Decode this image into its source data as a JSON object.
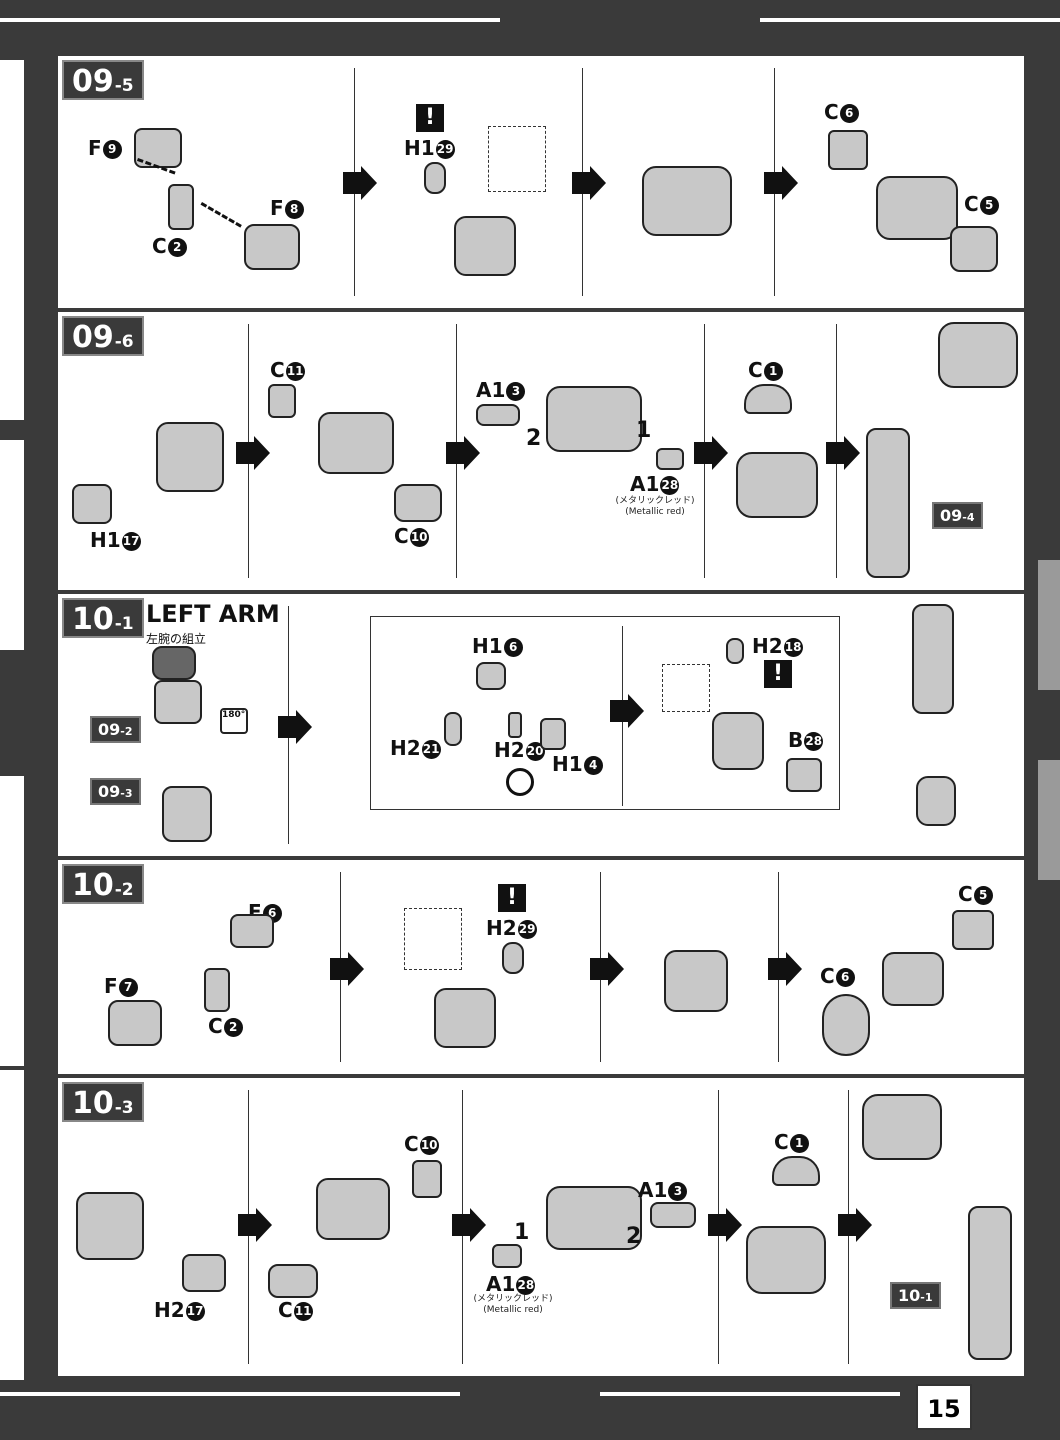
{
  "page_number": "15",
  "steps": [
    {
      "id": "09-5",
      "main": "09",
      "sub": "-5",
      "labels": [
        {
          "t": "F",
          "n": "9"
        },
        {
          "t": "F",
          "n": "8"
        },
        {
          "t": "C",
          "n": "2"
        },
        {
          "t": "H1",
          "n": "29"
        },
        {
          "t": "C",
          "n": "6"
        },
        {
          "t": "C",
          "n": "5"
        }
      ],
      "warning": "!"
    },
    {
      "id": "09-6",
      "main": "09",
      "sub": "-6",
      "labels": [
        {
          "t": "H1",
          "n": "17"
        },
        {
          "t": "C",
          "n": "11"
        },
        {
          "t": "C",
          "n": "10"
        },
        {
          "t": "A1",
          "n": "3"
        },
        {
          "t": "A1",
          "n": "28"
        },
        {
          "t": "C",
          "n": "1"
        }
      ],
      "order": [
        "2",
        "1"
      ],
      "note_ja": "(メタリックレッド)",
      "note_en": "(Metallic red)",
      "ref_tag": {
        "main": "09",
        "sub": "-4"
      }
    },
    {
      "id": "10-1",
      "main": "10",
      "sub": "-1",
      "title": "LEFT ARM",
      "subtitle": "左腕の組立",
      "tags": [
        {
          "main": "09",
          "sub": "-2"
        },
        {
          "main": "09",
          "sub": "-3"
        }
      ],
      "rotate": "180°",
      "labels": [
        {
          "t": "H1",
          "n": "6"
        },
        {
          "t": "H2",
          "n": "21"
        },
        {
          "t": "H2",
          "n": "20"
        },
        {
          "t": "H1",
          "n": "4"
        },
        {
          "t": "H2",
          "n": "18"
        },
        {
          "t": "B",
          "n": "28"
        }
      ],
      "warning": "!"
    },
    {
      "id": "10-2",
      "main": "10",
      "sub": "-2",
      "labels": [
        {
          "t": "F",
          "n": "6"
        },
        {
          "t": "F",
          "n": "7"
        },
        {
          "t": "C",
          "n": "2"
        },
        {
          "t": "H2",
          "n": "29"
        },
        {
          "t": "C",
          "n": "5"
        },
        {
          "t": "C",
          "n": "6"
        }
      ],
      "warning": "!"
    },
    {
      "id": "10-3",
      "main": "10",
      "sub": "-3",
      "labels": [
        {
          "t": "H2",
          "n": "17"
        },
        {
          "t": "C",
          "n": "10"
        },
        {
          "t": "C",
          "n": "11"
        },
        {
          "t": "A1",
          "n": "3"
        },
        {
          "t": "A1",
          "n": "28"
        },
        {
          "t": "C",
          "n": "1"
        }
      ],
      "order": [
        "1",
        "2"
      ],
      "note_ja": "(メタリックレッド)",
      "note_en": "(Metallic red)",
      "ref_tag": {
        "main": "10",
        "sub": "-1"
      }
    }
  ]
}
